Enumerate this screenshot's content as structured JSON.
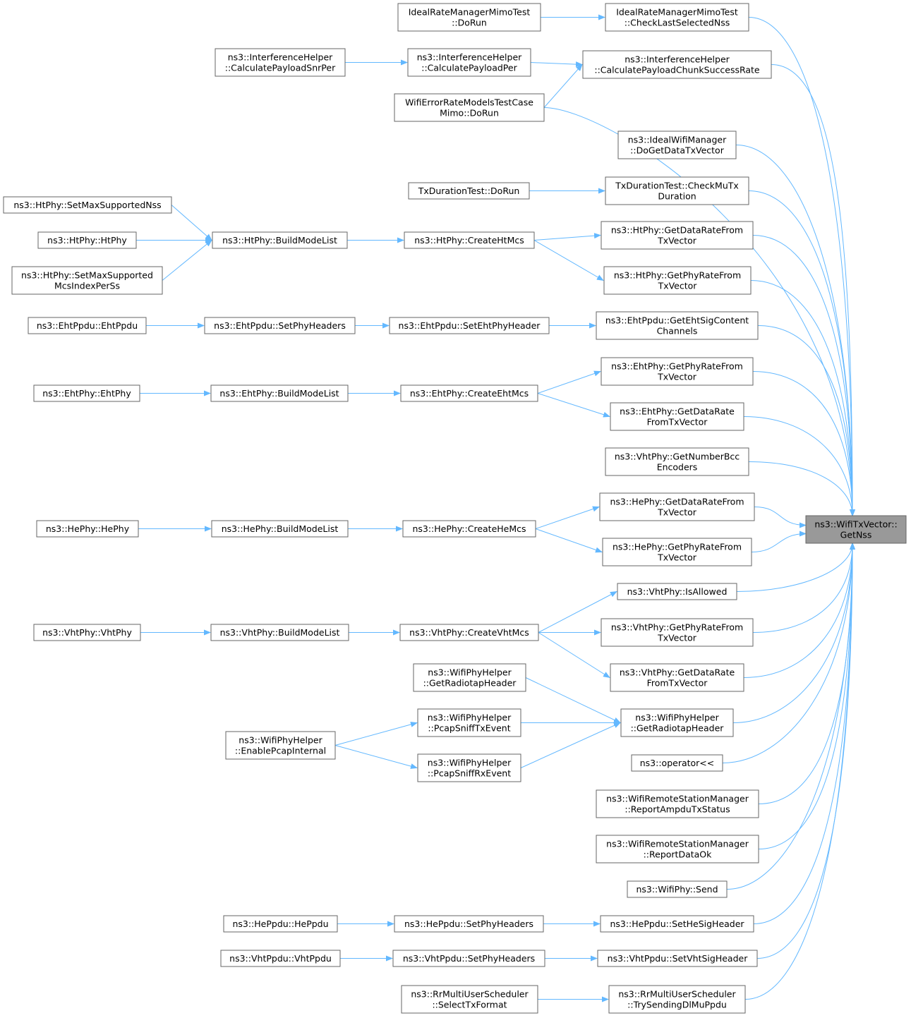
{
  "arrow_color": "#63b8ff",
  "target_fill": "#999999",
  "target": {
    "id": "target",
    "lines": [
      "ns3::WifiTxVector::",
      "GetNss"
    ]
  },
  "nodes": [
    {
      "id": "irm_check",
      "lines": [
        "IdealRateManagerMimoTest",
        "::CheckLastSelectedNss"
      ]
    },
    {
      "id": "irm_dorun",
      "lines": [
        "IdealRateManagerMimoTest",
        "::DoRun"
      ]
    },
    {
      "id": "ih_chunk",
      "lines": [
        "ns3::InterferenceHelper",
        "::CalculatePayloadChunkSuccessRate"
      ]
    },
    {
      "id": "ih_per",
      "lines": [
        "ns3::InterferenceHelper",
        "::CalculatePayloadPer"
      ]
    },
    {
      "id": "ih_snrper",
      "lines": [
        "ns3::InterferenceHelper",
        "::CalculatePayloadSnrPer"
      ]
    },
    {
      "id": "werm_dorun",
      "lines": [
        "WifiErrorRateModelsTestCase",
        "Mimo::DoRun"
      ]
    },
    {
      "id": "iwm_txv",
      "lines": [
        "ns3::IdealWifiManager",
        "::DoGetDataTxVector"
      ]
    },
    {
      "id": "txd_check",
      "lines": [
        "TxDurationTest::CheckMuTx",
        "Duration"
      ]
    },
    {
      "id": "txd_dorun",
      "lines": [
        "TxDurationTest::DoRun"
      ]
    },
    {
      "id": "ht_datarate",
      "lines": [
        "ns3::HtPhy::GetDataRateFrom",
        "TxVector"
      ]
    },
    {
      "id": "ht_createmcs",
      "lines": [
        "ns3::HtPhy::CreateHtMcs"
      ]
    },
    {
      "id": "ht_build",
      "lines": [
        "ns3::HtPhy::BuildModeList"
      ]
    },
    {
      "id": "ht_setmaxnss",
      "lines": [
        "ns3::HtPhy::SetMaxSupportedNss"
      ]
    },
    {
      "id": "ht_ctor",
      "lines": [
        "ns3::HtPhy::HtPhy"
      ]
    },
    {
      "id": "ht_setmaxmcs",
      "lines": [
        "ns3::HtPhy::SetMaxSupported",
        "McsIndexPerSs"
      ]
    },
    {
      "id": "ht_phyrate",
      "lines": [
        "ns3::HtPhy::GetPhyRateFrom",
        "TxVector"
      ]
    },
    {
      "id": "ehtppdu_sig",
      "lines": [
        "ns3::EhtPpdu::GetEhtSigContent",
        "Channels"
      ]
    },
    {
      "id": "ehtppdu_setphy",
      "lines": [
        "ns3::EhtPpdu::SetEhtPhyHeader"
      ]
    },
    {
      "id": "ehtppdu_headers",
      "lines": [
        "ns3::EhtPpdu::SetPhyHeaders"
      ]
    },
    {
      "id": "ehtppdu_ctor",
      "lines": [
        "ns3::EhtPpdu::EhtPpdu"
      ]
    },
    {
      "id": "eht_phyrate",
      "lines": [
        "ns3::EhtPhy::GetPhyRateFrom",
        "TxVector"
      ]
    },
    {
      "id": "eht_createmcs",
      "lines": [
        "ns3::EhtPhy::CreateEhtMcs"
      ]
    },
    {
      "id": "eht_build",
      "lines": [
        "ns3::EhtPhy::BuildModeList"
      ]
    },
    {
      "id": "eht_ctor",
      "lines": [
        "ns3::EhtPhy::EhtPhy"
      ]
    },
    {
      "id": "eht_datarate",
      "lines": [
        "ns3::EhtPhy::GetDataRate",
        "FromTxVector"
      ]
    },
    {
      "id": "vht_bcc",
      "lines": [
        "ns3::VhtPhy::GetNumberBcc",
        "Encoders"
      ]
    },
    {
      "id": "he_datarate",
      "lines": [
        "ns3::HePhy::GetDataRateFrom",
        "TxVector"
      ]
    },
    {
      "id": "he_createmcs",
      "lines": [
        "ns3::HePhy::CreateHeMcs"
      ]
    },
    {
      "id": "he_build",
      "lines": [
        "ns3::HePhy::BuildModeList"
      ]
    },
    {
      "id": "he_ctor",
      "lines": [
        "ns3::HePhy::HePhy"
      ]
    },
    {
      "id": "he_phyrate",
      "lines": [
        "ns3::HePhy::GetPhyRateFrom",
        "TxVector"
      ]
    },
    {
      "id": "vht_allowed",
      "lines": [
        "ns3::VhtPhy::IsAllowed"
      ]
    },
    {
      "id": "vht_createmcs",
      "lines": [
        "ns3::VhtPhy::CreateVhtMcs"
      ]
    },
    {
      "id": "vht_build",
      "lines": [
        "ns3::VhtPhy::BuildModeList"
      ]
    },
    {
      "id": "vht_ctor",
      "lines": [
        "ns3::VhtPhy::VhtPhy"
      ]
    },
    {
      "id": "vht_phyrate",
      "lines": [
        "ns3::VhtPhy::GetPhyRateFrom",
        "TxVector"
      ]
    },
    {
      "id": "vht_datarate",
      "lines": [
        "ns3::VhtPhy::GetDataRate",
        "FromTxVector"
      ]
    },
    {
      "id": "wph_radiotap",
      "lines": [
        "ns3::WifiPhyHelper",
        "::GetRadiotapHeader"
      ]
    },
    {
      "id": "wph_radiotap2",
      "lines": [
        "ns3::WifiPhyHelper",
        "::GetRadiotapHeader"
      ]
    },
    {
      "id": "wph_sniffrx",
      "lines": [
        "ns3::WifiPhyHelper",
        "::PcapSniffRxEvent"
      ]
    },
    {
      "id": "wph_snifftx",
      "lines": [
        "ns3::WifiPhyHelper",
        "::PcapSniffTxEvent"
      ]
    },
    {
      "id": "wph_enable",
      "lines": [
        "ns3::WifiPhyHelper",
        "::EnablePcapInternal"
      ]
    },
    {
      "id": "op_stream",
      "lines": [
        "ns3::operator<<"
      ]
    },
    {
      "id": "wrsm_ampdu",
      "lines": [
        "ns3::WifiRemoteStationManager",
        "::ReportAmpduTxStatus"
      ]
    },
    {
      "id": "wrsm_dataok",
      "lines": [
        "ns3::WifiRemoteStationManager",
        "::ReportDataOk"
      ]
    },
    {
      "id": "wp_send",
      "lines": [
        "ns3::WifiPhy::Send"
      ]
    },
    {
      "id": "heppdu_sig",
      "lines": [
        "ns3::HePpdu::SetHeSigHeader"
      ]
    },
    {
      "id": "heppdu_headers",
      "lines": [
        "ns3::HePpdu::SetPhyHeaders"
      ]
    },
    {
      "id": "heppdu_ctor",
      "lines": [
        "ns3::HePpdu::HePpdu"
      ]
    },
    {
      "id": "vhtppdu_sig",
      "lines": [
        "ns3::VhtPpdu::SetVhtSigHeader"
      ]
    },
    {
      "id": "vhtppdu_headers",
      "lines": [
        "ns3::VhtPpdu::SetPhyHeaders"
      ]
    },
    {
      "id": "vhtppdu_ctor",
      "lines": [
        "ns3::VhtPpdu::VhtPpdu"
      ]
    },
    {
      "id": "rr_dlmu",
      "lines": [
        "ns3::RrMultiUserScheduler",
        "::TrySendingDlMuPpdu"
      ]
    },
    {
      "id": "rr_select",
      "lines": [
        "ns3::RrMultiUserScheduler",
        "::SelectTxFormat"
      ]
    }
  ],
  "edges": [
    [
      "irm_dorun",
      "irm_check"
    ],
    [
      "ih_snrper",
      "ih_per"
    ],
    [
      "ih_per",
      "ih_chunk"
    ],
    [
      "werm_dorun",
      "ih_chunk"
    ],
    [
      "txd_dorun",
      "txd_check"
    ],
    [
      "ht_setmaxnss",
      "ht_build"
    ],
    [
      "ht_ctor",
      "ht_build"
    ],
    [
      "ht_setmaxmcs",
      "ht_build"
    ],
    [
      "ht_build",
      "ht_createmcs"
    ],
    [
      "ht_createmcs",
      "ht_datarate"
    ],
    [
      "ht_createmcs",
      "ht_phyrate"
    ],
    [
      "ehtppdu_ctor",
      "ehtppdu_headers"
    ],
    [
      "ehtppdu_headers",
      "ehtppdu_setphy"
    ],
    [
      "ehtppdu_setphy",
      "ehtppdu_sig"
    ],
    [
      "eht_ctor",
      "eht_build"
    ],
    [
      "eht_build",
      "eht_createmcs"
    ],
    [
      "eht_createmcs",
      "eht_phyrate"
    ],
    [
      "eht_createmcs",
      "eht_datarate"
    ],
    [
      "he_ctor",
      "he_build"
    ],
    [
      "he_build",
      "he_createmcs"
    ],
    [
      "he_createmcs",
      "he_datarate"
    ],
    [
      "he_createmcs",
      "he_phyrate"
    ],
    [
      "vht_ctor",
      "vht_build"
    ],
    [
      "vht_build",
      "vht_createmcs"
    ],
    [
      "vht_createmcs",
      "vht_allowed"
    ],
    [
      "vht_createmcs",
      "vht_phyrate"
    ],
    [
      "vht_createmcs",
      "vht_datarate"
    ],
    [
      "wph_radiotap",
      "wph_radiotap2"
    ],
    [
      "wph_snifftx",
      "wph_radiotap2"
    ],
    [
      "wph_sniffrx",
      "wph_radiotap2"
    ],
    [
      "wph_enable",
      "wph_snifftx"
    ],
    [
      "wph_enable",
      "wph_sniffrx"
    ],
    [
      "heppdu_ctor",
      "heppdu_headers"
    ],
    [
      "heppdu_headers",
      "heppdu_sig"
    ],
    [
      "vhtppdu_ctor",
      "vhtppdu_headers"
    ],
    [
      "vhtppdu_headers",
      "vhtppdu_sig"
    ],
    [
      "rr_select",
      "rr_dlmu"
    ]
  ],
  "target_callers": [
    "irm_check",
    "ih_chunk",
    "werm_dorun",
    "iwm_txv",
    "txd_check",
    "ht_datarate",
    "ht_phyrate",
    "ehtppdu_sig",
    "eht_phyrate",
    "eht_datarate",
    "vht_bcc",
    "he_datarate",
    "he_phyrate",
    "vht_allowed",
    "vht_phyrate",
    "vht_datarate",
    "wph_radiotap2",
    "op_stream",
    "wrsm_ampdu",
    "wrsm_dataok",
    "wp_send",
    "heppdu_sig",
    "vhtppdu_sig",
    "rr_dlmu"
  ]
}
